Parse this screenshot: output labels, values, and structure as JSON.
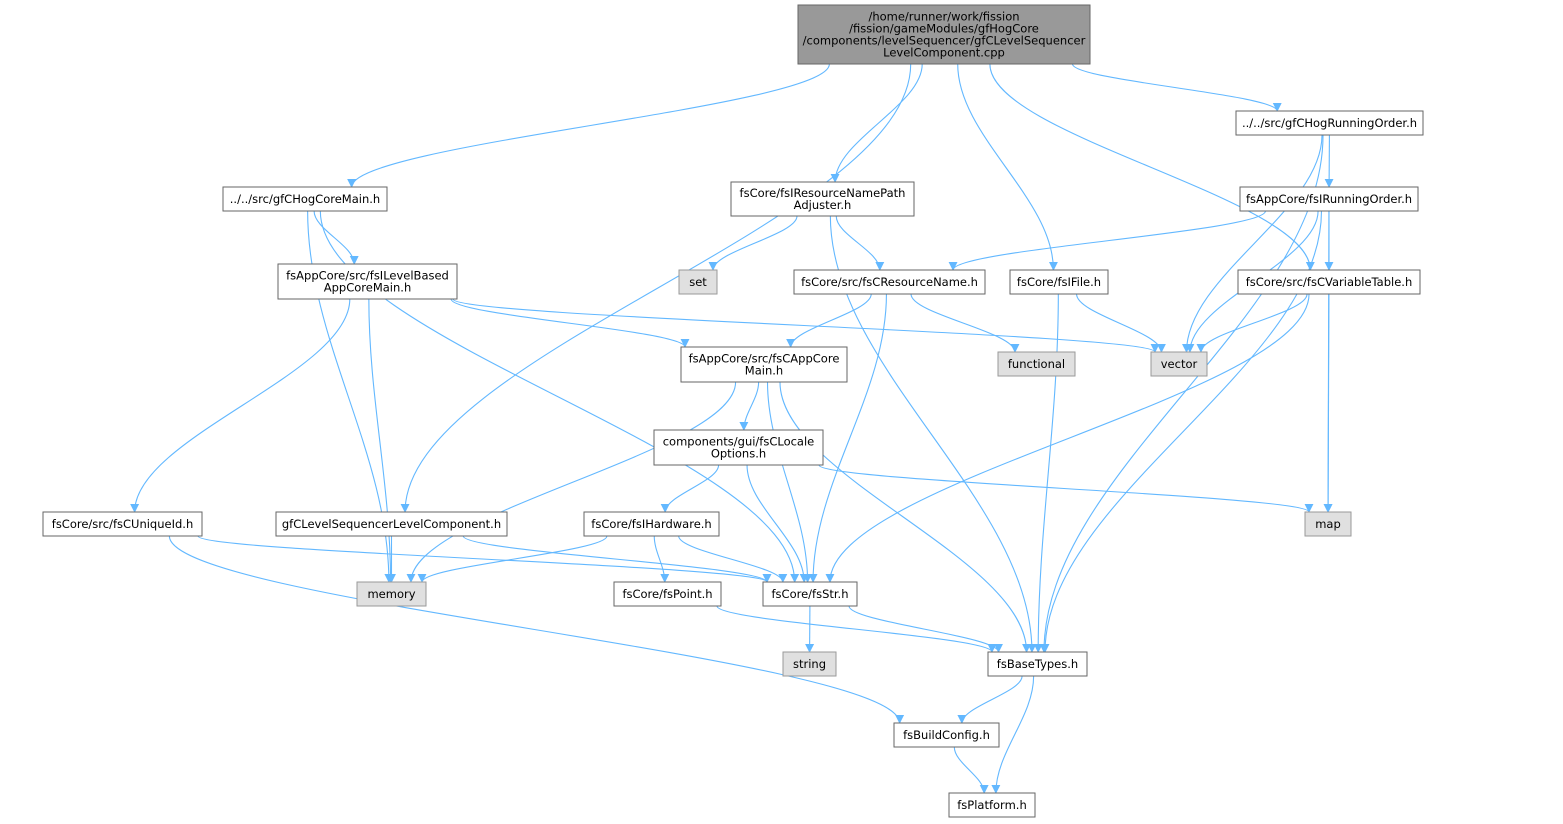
{
  "colors": {
    "edge": "#63b8ff",
    "node_fill": "#ffffff",
    "node_border": "#666666",
    "root_fill": "#999999",
    "root_border": "#666666",
    "system_fill": "#e0e0e0",
    "system_border": "#999999"
  },
  "nodes": [
    {
      "id": "root",
      "kind": "root",
      "lines": [
        "/home/runner/work/fission",
        "/fission/gameModules/gfHogCore",
        "/components/levelSequencer/gfCLevelSequencer",
        "LevelComponent.cpp"
      ]
    },
    {
      "id": "hogcoremain",
      "kind": "file",
      "lines": [
        "../../src/gfCHogCoreMain.h"
      ]
    },
    {
      "id": "resnamepath",
      "kind": "file",
      "lines": [
        "fsCore/fsIResourceNamePath",
        "Adjuster.h"
      ]
    },
    {
      "id": "ifile",
      "kind": "file",
      "lines": [
        "fsCore/fsIFile.h"
      ]
    },
    {
      "id": "hogrunorder",
      "kind": "file",
      "lines": [
        "../../src/gfCHogRunningOrder.h"
      ]
    },
    {
      "id": "levelbased",
      "kind": "file",
      "lines": [
        "fsAppCore/src/fsILevelBased",
        "AppCoreMain.h"
      ]
    },
    {
      "id": "set",
      "kind": "system",
      "lines": [
        "set"
      ]
    },
    {
      "id": "resname",
      "kind": "file",
      "lines": [
        "fsCore/src/fsCResourceName.h"
      ]
    },
    {
      "id": "irunorder",
      "kind": "file",
      "lines": [
        "fsAppCore/fsIRunningOrder.h"
      ]
    },
    {
      "id": "vartable",
      "kind": "file",
      "lines": [
        "fsCore/src/fsCVariableTable.h"
      ]
    },
    {
      "id": "appcoremain",
      "kind": "file",
      "lines": [
        "fsAppCore/src/fsCAppCore",
        "Main.h"
      ]
    },
    {
      "id": "functional",
      "kind": "system",
      "lines": [
        "functional"
      ]
    },
    {
      "id": "vector",
      "kind": "system",
      "lines": [
        "vector"
      ]
    },
    {
      "id": "locale",
      "kind": "file",
      "lines": [
        "components/gui/fsCLocale",
        "Options.h"
      ]
    },
    {
      "id": "uniqueid",
      "kind": "file",
      "lines": [
        "fsCore/src/fsCUniqueId.h"
      ]
    },
    {
      "id": "lslc",
      "kind": "file",
      "lines": [
        "gfCLevelSequencerLevelComponent.h"
      ]
    },
    {
      "id": "ihardware",
      "kind": "file",
      "lines": [
        "fsCore/fsIHardware.h"
      ]
    },
    {
      "id": "map",
      "kind": "system",
      "lines": [
        "map"
      ]
    },
    {
      "id": "memory",
      "kind": "system",
      "lines": [
        "memory"
      ]
    },
    {
      "id": "point",
      "kind": "file",
      "lines": [
        "fsCore/fsPoint.h"
      ]
    },
    {
      "id": "fsstr",
      "kind": "file",
      "lines": [
        "fsCore/fsStr.h"
      ]
    },
    {
      "id": "string",
      "kind": "system",
      "lines": [
        "string"
      ]
    },
    {
      "id": "basetypes",
      "kind": "file",
      "lines": [
        "fsBaseTypes.h"
      ]
    },
    {
      "id": "buildconfig",
      "kind": "file",
      "lines": [
        "fsBuildConfig.h"
      ]
    },
    {
      "id": "platform",
      "kind": "file",
      "lines": [
        "fsPlatform.h"
      ]
    }
  ],
  "edges": [
    [
      "root",
      "hogcoremain"
    ],
    [
      "root",
      "lslc"
    ],
    [
      "root",
      "resnamepath"
    ],
    [
      "root",
      "ifile"
    ],
    [
      "root",
      "vartable"
    ],
    [
      "root",
      "hogrunorder"
    ],
    [
      "hogcoremain",
      "memory"
    ],
    [
      "hogcoremain",
      "levelbased"
    ],
    [
      "hogcoremain",
      "fsstr"
    ],
    [
      "levelbased",
      "appcoremain"
    ],
    [
      "levelbased",
      "vector"
    ],
    [
      "levelbased",
      "uniqueid"
    ],
    [
      "levelbased",
      "memory"
    ],
    [
      "resnamepath",
      "set"
    ],
    [
      "resnamepath",
      "resname"
    ],
    [
      "resnamepath",
      "basetypes"
    ],
    [
      "resname",
      "appcoremain"
    ],
    [
      "resname",
      "functional"
    ],
    [
      "resname",
      "fsstr"
    ],
    [
      "ifile",
      "vector"
    ],
    [
      "ifile",
      "basetypes"
    ],
    [
      "hogrunorder",
      "irunorder"
    ],
    [
      "hogrunorder",
      "vector"
    ],
    [
      "hogrunorder",
      "basetypes"
    ],
    [
      "irunorder",
      "resname"
    ],
    [
      "irunorder",
      "vartable"
    ],
    [
      "irunorder",
      "vector"
    ],
    [
      "irunorder",
      "map"
    ],
    [
      "irunorder",
      "basetypes"
    ],
    [
      "vartable",
      "vector"
    ],
    [
      "vartable",
      "map"
    ],
    [
      "vartable",
      "fsstr"
    ],
    [
      "appcoremain",
      "locale"
    ],
    [
      "appcoremain",
      "memory"
    ],
    [
      "appcoremain",
      "fsstr"
    ],
    [
      "appcoremain",
      "basetypes"
    ],
    [
      "locale",
      "ihardware"
    ],
    [
      "locale",
      "fsstr"
    ],
    [
      "locale",
      "map"
    ],
    [
      "uniqueid",
      "fsstr"
    ],
    [
      "uniqueid",
      "buildconfig"
    ],
    [
      "lslc",
      "memory"
    ],
    [
      "lslc",
      "fsstr"
    ],
    [
      "ihardware",
      "memory"
    ],
    [
      "ihardware",
      "point"
    ],
    [
      "ihardware",
      "fsstr"
    ],
    [
      "point",
      "basetypes"
    ],
    [
      "fsstr",
      "string"
    ],
    [
      "fsstr",
      "basetypes"
    ],
    [
      "basetypes",
      "buildconfig"
    ],
    [
      "basetypes",
      "platform"
    ],
    [
      "buildconfig",
      "platform"
    ]
  ]
}
